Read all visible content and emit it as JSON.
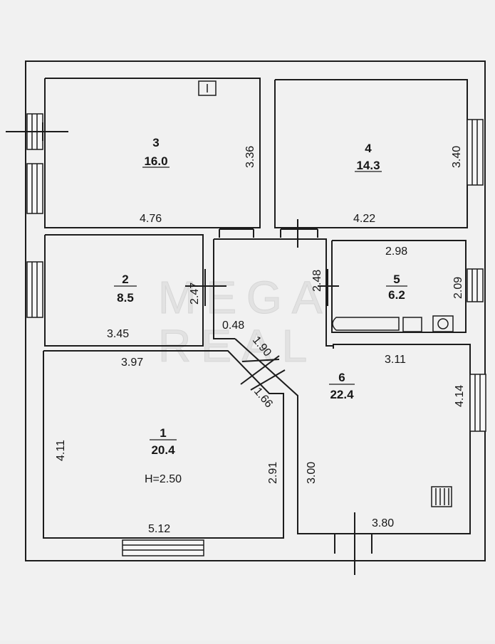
{
  "watermark": {
    "line1": "MEGA",
    "line2": "REAL"
  },
  "height_note": "H=2.50",
  "rooms": [
    {
      "id": "1",
      "area": "20.4"
    },
    {
      "id": "2",
      "area": "8.5"
    },
    {
      "id": "3",
      "area": "16.0"
    },
    {
      "id": "4",
      "area": "14.3"
    },
    {
      "id": "5",
      "area": "6.2"
    },
    {
      "id": "6",
      "area": "22.4"
    }
  ],
  "dimensions": {
    "r3_width": "4.76",
    "r3_height": "3.36",
    "r4_width": "4.22",
    "r4_height": "3.40",
    "r2_width": "3.45",
    "r2_height": "2.47",
    "hall_height": "2.48",
    "hall_bottom": "0.48",
    "hall_diag": "1.90",
    "r5_width": "2.98",
    "r5_height": "2.09",
    "r1_top": "3.97",
    "r1_left": "4.11",
    "r1_diag": "1.66",
    "r1_right": "2.91",
    "r1_bottom": "5.12",
    "r6_top": "3.11",
    "r6_right": "4.14",
    "r6_left": "3.00",
    "r6_bottom": "3.80"
  }
}
